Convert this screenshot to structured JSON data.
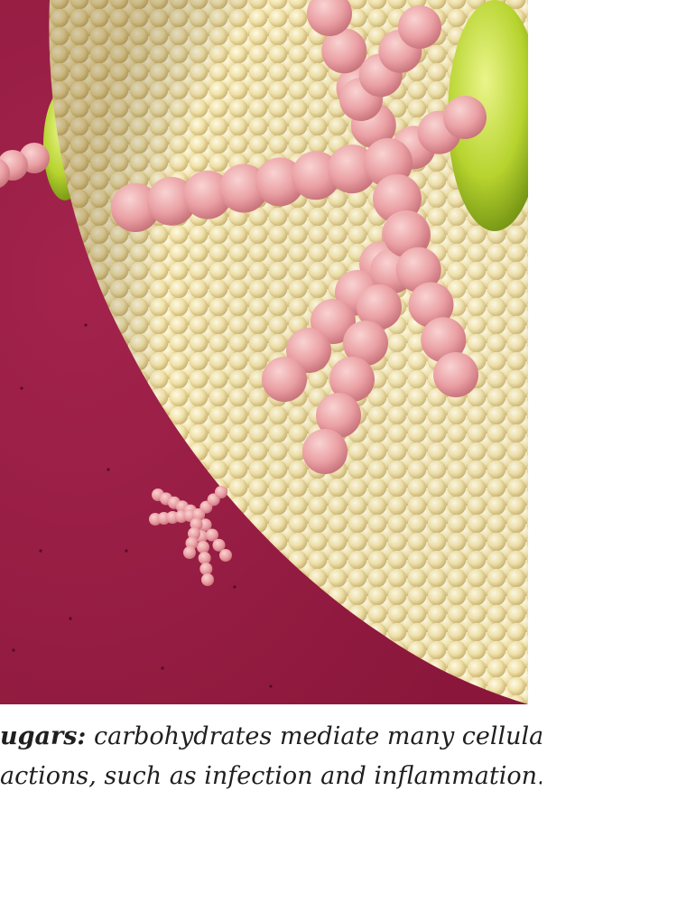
{
  "figure": {
    "colors": {
      "background": "#9b1c44",
      "membrane_bead": "#f1e2a9",
      "membrane_shadow": "#c7b06d",
      "protein": "#b6d32e",
      "sugar_chain": "#eaa0a4",
      "sugar_highlight": "#f7c8c7"
    }
  },
  "caption": {
    "lead": "ugars:",
    "line1_rest": " carbohydrates mediate many cellular",
    "line2": "actions, such as infection and inflammation."
  }
}
